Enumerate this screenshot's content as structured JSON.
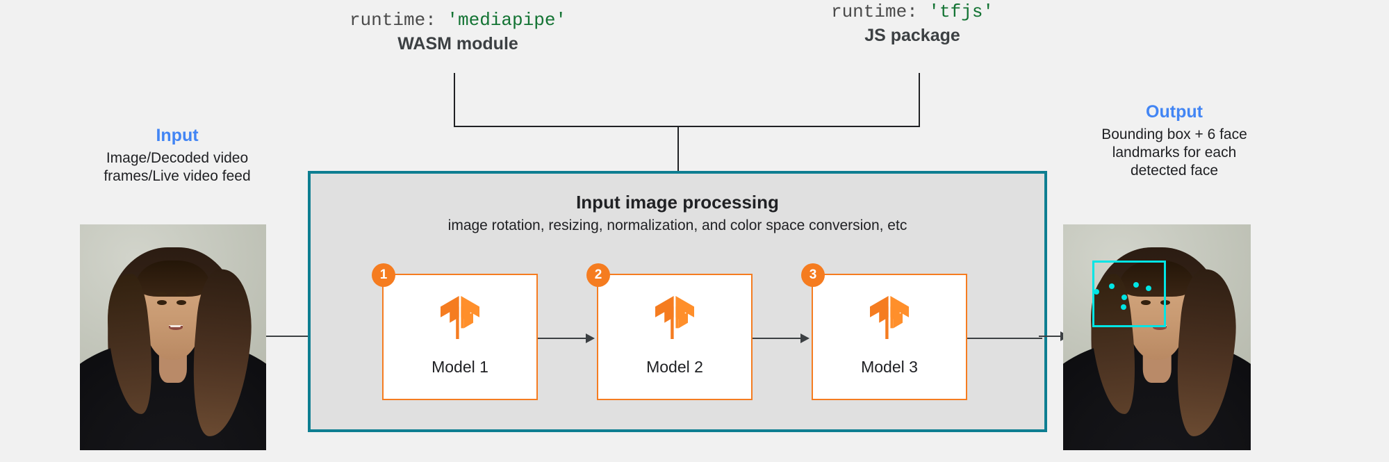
{
  "runtimes": [
    {
      "code_key": "runtime:",
      "code_value": "'mediapipe'",
      "subtitle": "WASM module"
    },
    {
      "code_key": "runtime:",
      "code_value": "'tfjs'",
      "subtitle": "JS package"
    }
  ],
  "input": {
    "title": "Input",
    "description": "Image/Decoded video\nframes/Live video feed"
  },
  "output": {
    "title": "Output",
    "description": "Bounding box + 6 face\nlandmarks for each\ndetected face"
  },
  "processing": {
    "title": "Input image processing",
    "subtitle": "image rotation, resizing, normalization, and color space conversion, etc"
  },
  "models": [
    {
      "badge": "1",
      "label": "Model 1",
      "logo": "tensorflow-logo"
    },
    {
      "badge": "2",
      "label": "Model 2",
      "logo": "tensorflow-logo"
    },
    {
      "badge": "3",
      "label": "Model 3",
      "logo": "tensorflow-logo"
    }
  ],
  "colors": {
    "page_background": "#f1f1f1",
    "accent_blue": "#4285f4",
    "accent_teal": "#0e7e91",
    "accent_orange": "#f57c20",
    "code_green": "#137333",
    "code_gray": "#4a4a4a",
    "processing_background": "#e0e0e0",
    "detection_cyan": "#00e5e5",
    "arrow_gray": "#3c4043"
  },
  "icons": {
    "tensorflow": "tensorflow-logo",
    "detection_box": "face-bounding-box",
    "landmark": "face-landmark-dot"
  }
}
